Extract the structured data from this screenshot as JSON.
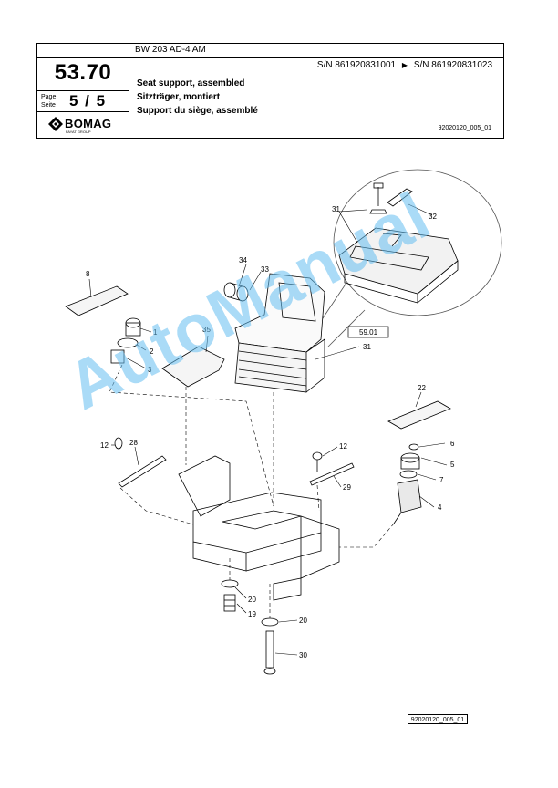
{
  "header": {
    "model": "BW 203 AD-4 AM",
    "section_number": "53.70",
    "page_label_de": "Seite",
    "page_label_en": "Page",
    "page_value": "5 / 5",
    "serial_from": "S/N 861920831001",
    "serial_arrow": "▶",
    "serial_to": "S/N 861920831023",
    "title_en": "Seat support, assembled",
    "title_de": "Sitzträger, montiert",
    "title_fr": "Support du siège, assemblé",
    "drawing_ref": "92020120_005_01",
    "logo_text": "BOMAG",
    "logo_sub": "FAYAT GROUP"
  },
  "diagram": {
    "callouts": [
      "1",
      "2",
      "3",
      "4",
      "5",
      "6",
      "7",
      "8",
      "12",
      "12",
      "19",
      "20",
      "20",
      "22",
      "28",
      "29",
      "30",
      "31",
      "31",
      "32",
      "33",
      "34",
      "35"
    ],
    "reference_box": "59.01"
  },
  "footer": {
    "drawing_ref": "92020120_005_01"
  },
  "watermark": "AutoManual"
}
